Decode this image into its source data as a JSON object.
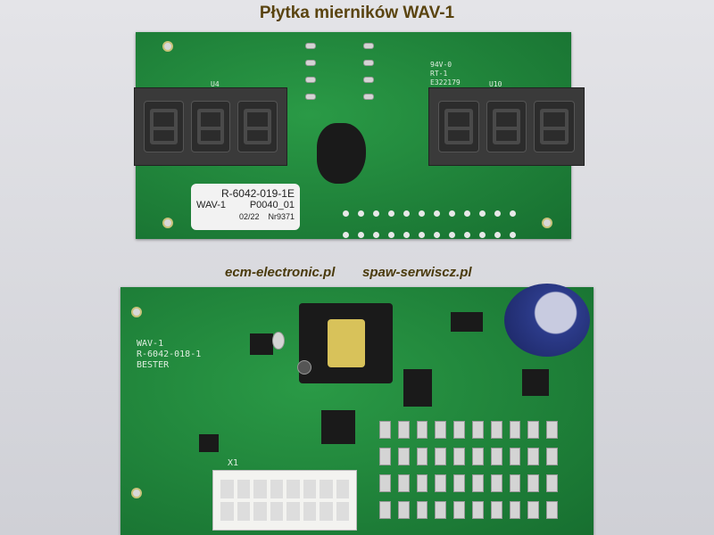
{
  "title": "Płytka mierników WAV-1",
  "links": {
    "left": "ecm-electronic.pl",
    "right": "spaw-serwiscz.pl"
  },
  "top_board": {
    "label": {
      "part": "R-6042-019-1E",
      "model": "WAV-1",
      "code": "P0040_01",
      "date": "02/22",
      "serial": "Nr9371"
    },
    "silk": {
      "u_left": "U4",
      "u_right": "U10",
      "rating": "94V-0",
      "rt": "RT-1",
      "cert": "E322179"
    }
  },
  "bottom_board": {
    "silk": {
      "line1": "WAV-1",
      "line2": "R-6042-018-1",
      "line3": "BESTER",
      "connector": "X1"
    }
  }
}
